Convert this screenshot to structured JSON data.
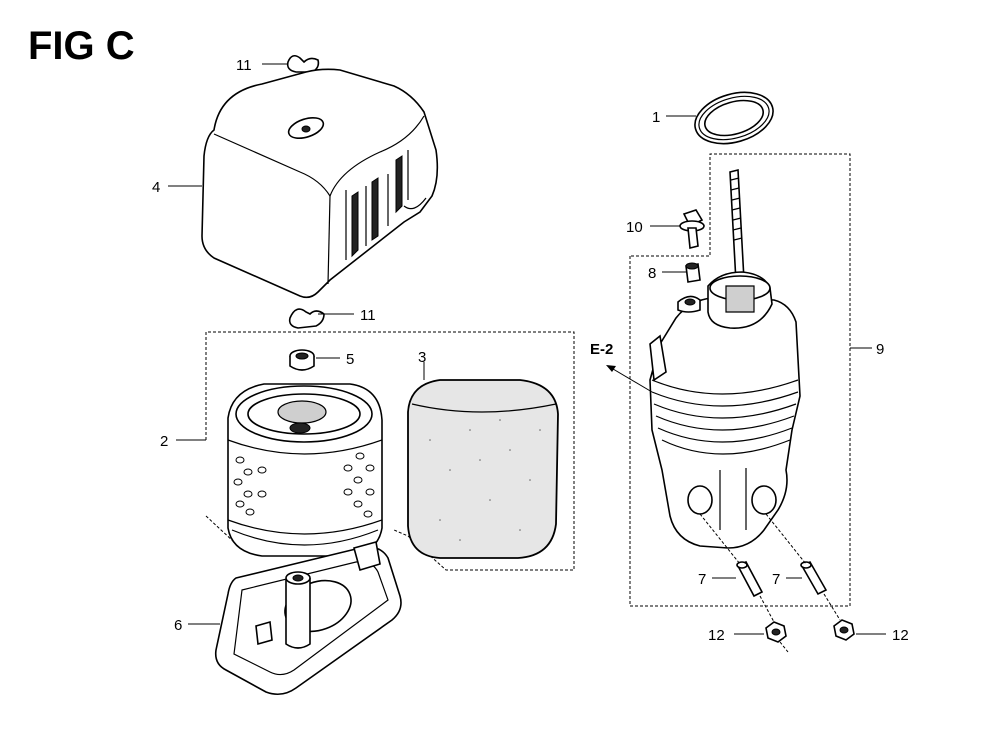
{
  "figure": {
    "title": "FIG C"
  },
  "callouts": [
    {
      "id": "c11a",
      "label": "11"
    },
    {
      "id": "c4",
      "label": "4"
    },
    {
      "id": "c11b",
      "label": "11"
    },
    {
      "id": "c5",
      "label": "5"
    },
    {
      "id": "c3",
      "label": "3"
    },
    {
      "id": "c2",
      "label": "2"
    },
    {
      "id": "c6",
      "label": "6"
    },
    {
      "id": "c1",
      "label": "1"
    },
    {
      "id": "c10",
      "label": "10"
    },
    {
      "id": "c8",
      "label": "8"
    },
    {
      "id": "c9",
      "label": "9"
    },
    {
      "id": "ce2",
      "label": "E-2"
    },
    {
      "id": "c7a",
      "label": "7"
    },
    {
      "id": "c7b",
      "label": "7"
    },
    {
      "id": "c12a",
      "label": "12"
    },
    {
      "id": "c12b",
      "label": "12"
    }
  ]
}
